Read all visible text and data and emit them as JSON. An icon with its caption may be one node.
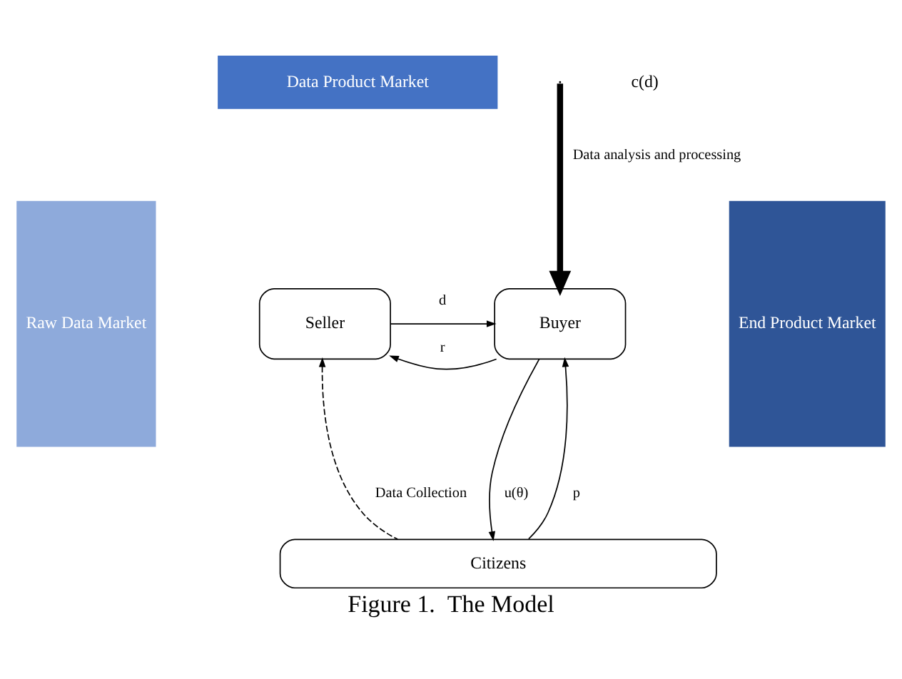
{
  "diagram": {
    "caption": "Figure 1.  The Model",
    "nodes": [
      {
        "text": [
          "Data Product Market"
        ]
      },
      {
        "text": [
          "Seller"
        ]
      },
      {
        "text": [
          "Buyer"
        ]
      },
      {
        "text": [
          "Raw Data Market"
        ]
      },
      {
        "text": [
          "End Product Market"
        ]
      },
      {
        "text": [
          "Citizens"
        ]
      }
    ],
    "edges": [
      {
        "from": 1,
        "to": 2,
        "arrow": "to",
        "label": "d"
      },
      {
        "from": 2,
        "to": 1,
        "arrow": "to",
        "label": "r"
      },
      {
        "from": 5,
        "to": 1,
        "arrow": "to",
        "label": "Data Collection",
        "style": "dashed"
      },
      {
        "from": 2,
        "to": 5,
        "arrow": "to",
        "label": "u(θ)"
      },
      {
        "from": 5,
        "to": 2,
        "arrow": "to",
        "label": "p"
      },
      {
        "from": null,
        "to": 2,
        "arrow": "to",
        "label": "Data analysis and processing",
        "style": "thick"
      }
    ],
    "labels": [
      "c(d)"
    ]
  }
}
